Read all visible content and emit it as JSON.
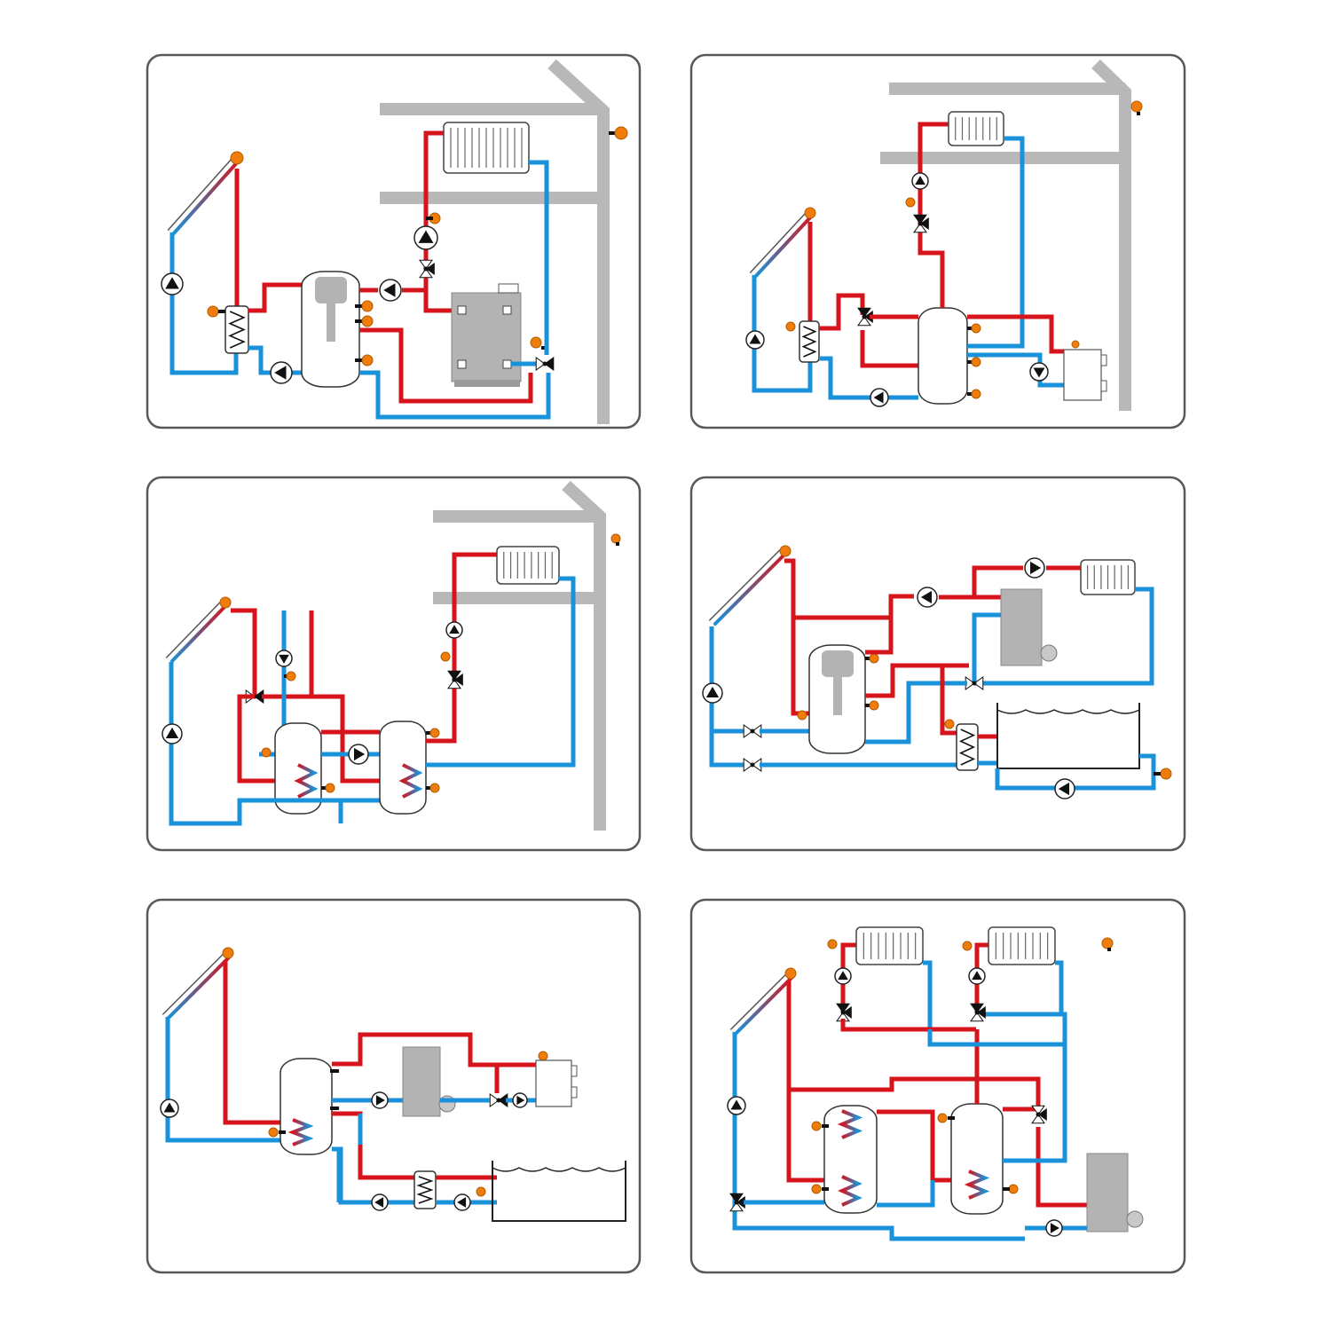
{
  "colors": {
    "hot": "#d6141c",
    "cold": "#1a92d9",
    "building": "#b8b8b8",
    "sensor": "#ef7d0c",
    "frame": "#595959",
    "boiler": "#b3b3b3",
    "panel_bg": "#ffffff"
  },
  "panels": [
    {
      "id": "solar-boiler-radiator",
      "components": [
        "solar-collector",
        "pump-icon",
        "heat-exchanger",
        "storage-tank",
        "boiler",
        "radiator",
        "mixing-valve",
        "temperature-sensor"
      ]
    },
    {
      "id": "solar-tank-radiator-heater",
      "components": [
        "solar-collector",
        "pump-icon",
        "heat-exchanger",
        "storage-tank",
        "radiator",
        "mixing-valve",
        "wall-heater"
      ]
    },
    {
      "id": "solar-two-tanks",
      "components": [
        "solar-collector",
        "pump-icon",
        "storage-tank",
        "storage-tank",
        "radiator",
        "mixing-valve"
      ]
    },
    {
      "id": "solar-boiler-pool",
      "components": [
        "solar-collector",
        "pump-icon",
        "storage-tank",
        "boiler",
        "radiator",
        "pool",
        "heat-exchanger"
      ]
    },
    {
      "id": "solar-boiler-pool-heater",
      "components": [
        "solar-collector",
        "pump-icon",
        "storage-tank",
        "boiler",
        "wall-heater",
        "pool",
        "heat-exchanger"
      ]
    },
    {
      "id": "solar-two-tanks-two-radiators",
      "components": [
        "solar-collector",
        "pump-icon",
        "storage-tank",
        "storage-tank",
        "radiator",
        "radiator",
        "boiler",
        "mixing-valve"
      ]
    }
  ]
}
